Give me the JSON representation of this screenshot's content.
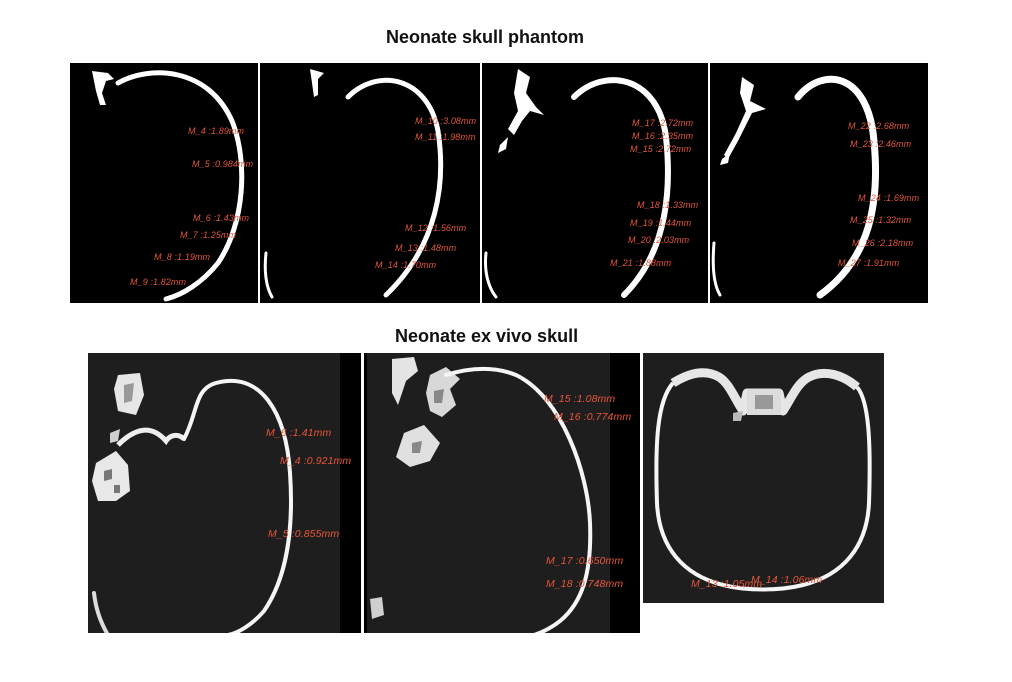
{
  "titles": {
    "phantom": "Neonate skull phantom",
    "exvivo": "Neonate ex vivo skull"
  },
  "phantom_panels": [
    {
      "labels": [
        "M_4 :1.89mm",
        "M_5 :0.984mm",
        "M_6 :1.43mm",
        "M_7 :1.25mm",
        "M_8 :1.19mm",
        "M_9 :1.82mm"
      ]
    },
    {
      "labels": [
        "M_10 :3.08mm",
        "M_11 :1.98mm",
        "M_12 :1.56mm",
        "M_13 :1.48mm",
        "M_14 :1.70mm"
      ]
    },
    {
      "labels": [
        "M_17 :2.72mm",
        "M_16 :2.35mm",
        "M_15 :2.72mm",
        "M_18 :1.33mm",
        "M_19 :1.44mm",
        "M_20 :2.03mm",
        "M_21 :1.88mm"
      ]
    },
    {
      "labels": [
        "M_22 :2.68mm",
        "M_23 :2.46mm",
        "M_24 :1.69mm",
        "M_25 :1.32mm",
        "M_26 :2.18mm",
        "M_27 :1.91mm"
      ]
    }
  ],
  "exvivo_panels": [
    {
      "labels": [
        "M_6 :1.41mm",
        "M_4 :0.921mm",
        "M_5 :0.855mm"
      ]
    },
    {
      "labels": [
        "M_15 :1.08mm",
        "M_16 :0.774mm",
        "M_17 :0.650mm",
        "M_18 :0.748mm"
      ]
    },
    {
      "labels": [
        "M_13 :1.05mm",
        "M_14 :1.06mm"
      ]
    }
  ],
  "colors": {
    "measurement": "#e2563a",
    "phantom_bg": "#000000",
    "exvivo_bg": "#1e1e1e",
    "bone": "#ffffff"
  }
}
